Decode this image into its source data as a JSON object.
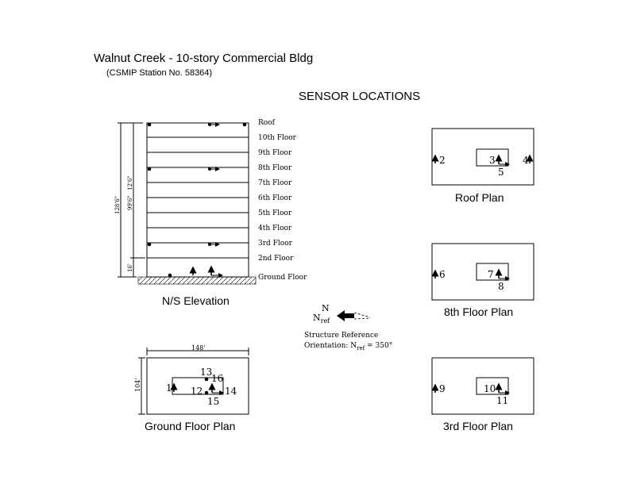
{
  "header": {
    "title": "Walnut Creek - 10-story Commercial Bldg",
    "station": "(CSMIP Station No. 58364)",
    "section_title": "SENSOR LOCATIONS"
  },
  "elevation": {
    "caption": "N/S Elevation",
    "floors": [
      "Roof",
      "10th Floor",
      "9th Floor",
      "8th Floor",
      "7th Floor",
      "6th Floor",
      "5th Floor",
      "4th Floor",
      "3rd Floor",
      "2nd Floor",
      "Ground Floor"
    ],
    "dim_total": "128'6\"",
    "dim_upper": "99'6\"",
    "dim_typical": "12'6\"",
    "dim_ground": "16'"
  },
  "orientation": {
    "north_label": "N",
    "nref_label": "N",
    "nref_sub": "ref",
    "caption_line1": "Structure Reference",
    "caption_line2_prefix": "Orientation: N",
    "caption_line2_sub": "ref",
    "caption_line2_suffix": " = 350°"
  },
  "plans": {
    "roof": {
      "caption": "Roof Plan",
      "sensors": [
        "2",
        "3",
        "4",
        "5"
      ]
    },
    "eighth": {
      "caption": "8th Floor Plan",
      "sensors": [
        "6",
        "7",
        "8"
      ]
    },
    "third": {
      "caption": "3rd Floor Plan",
      "sensors": [
        "9",
        "10",
        "11"
      ]
    },
    "ground": {
      "caption": "Ground Floor Plan",
      "width_dim": "148'",
      "depth_dim": "104'",
      "sensors": [
        "1",
        "12",
        "13",
        "14",
        "15",
        "16"
      ]
    }
  }
}
